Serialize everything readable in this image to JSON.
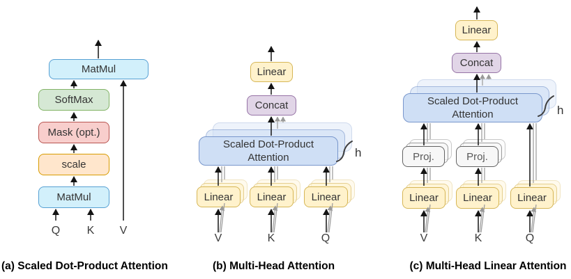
{
  "palette": {
    "cyan-fill": "#d2f0fb",
    "cyan-border": "#56a0d3",
    "green-fill": "#d5e8d4",
    "green-border": "#82b366",
    "red-fill": "#f8cecc",
    "red-border": "#b85450",
    "orange-fill": "#ffe6cc",
    "orange-border": "#d79b00",
    "yellow-fill": "#fff2cc",
    "yellow-border": "#d6b656",
    "purple-fill": "#e1d5e7",
    "purple-border": "#9673a6",
    "blue-fill": "#cfdff5",
    "blue-border": "#7896cc",
    "gray-fill": "#f7f7f7",
    "gray-border": "#636363",
    "arrow-black": "#141414",
    "arrow-gray": "#999999",
    "text": "#333333",
    "proj-text": "#595959"
  },
  "panel_a": {
    "caption": "(a) Scaled Dot-Product Attention",
    "boxes": {
      "matmul_top": "MatMul",
      "softmax": "SoftMax",
      "mask": "Mask (opt.)",
      "scale": "scale",
      "matmul_bottom": "MatMul"
    },
    "inputs": {
      "q": "Q",
      "k": "K",
      "v": "V"
    }
  },
  "panel_b": {
    "caption": "(b) Multi-Head Attention",
    "boxes": {
      "linear_out": "Linear",
      "concat": "Concat",
      "attention": "Scaled Dot-Product Attention",
      "linear_v": "Linear",
      "linear_k": "Linear",
      "linear_q": "Linear"
    },
    "heads_label": "h",
    "inputs": {
      "v": "V",
      "k": "K",
      "q": "Q"
    }
  },
  "panel_c": {
    "caption": "(c) Multi-Head Linear Attention",
    "boxes": {
      "linear_out": "Linear",
      "concat": "Concat",
      "attention": "Scaled Dot-Product Attention",
      "proj_v": "Proj.",
      "proj_k": "Proj.",
      "linear_v": "Linear",
      "linear_k": "Linear",
      "linear_q": "Linear"
    },
    "heads_label": "h",
    "inputs": {
      "v": "V",
      "k": "K",
      "q": "Q"
    }
  }
}
